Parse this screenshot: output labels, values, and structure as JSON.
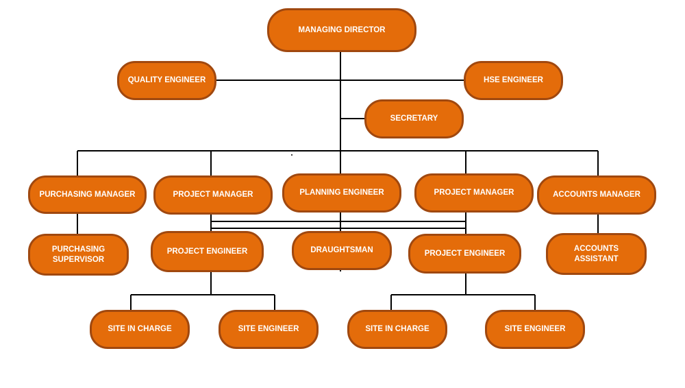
{
  "org_chart": {
    "colors": {
      "node_fill": "#e46c0a",
      "node_border": "#a0480f",
      "text": "#ffffff",
      "connector": "#000000"
    },
    "nodes": {
      "managing_director": "MANAGING DIRECTOR",
      "quality_engineer": "QUALITY ENGINEER",
      "hse_engineer": "HSE ENGINEER",
      "secretary": "SECRETARY",
      "purchasing_manager": "PURCHASING MANAGER",
      "project_manager_1": "PROJECT MANAGER",
      "planning_engineer": "PLANNING ENGINEER",
      "project_manager_2": "PROJECT MANAGER",
      "accounts_manager": "ACCOUNTS MANAGER",
      "purchasing_supervisor": "PURCHASING SUPERVISOR",
      "project_engineer_1": "PROJECT ENGINEER",
      "draughtsman": "DRAUGHTSMAN",
      "project_engineer_2": "PROJECT ENGINEER",
      "accounts_assistant": "ACCOUNTS ASSISTANT",
      "site_in_charge_1": "SITE IN CHARGE",
      "site_engineer_1": "SITE ENGINEER",
      "site_in_charge_2": "SITE IN CHARGE",
      "site_engineer_2": "SITE ENGINEER"
    }
  }
}
